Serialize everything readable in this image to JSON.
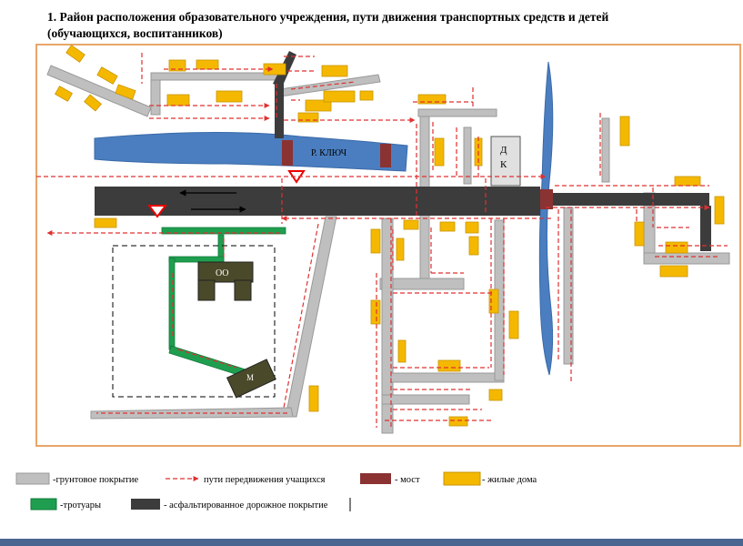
{
  "title": "1. Район расположения образовательного учреждения, пути движения транспортных средств и детей (обучающихся, воспитанников)",
  "labels": {
    "river": "Р. КЛЮЧ",
    "dk_line1": "Д",
    "dk_line2": "К",
    "school": "ОО",
    "shop": "М"
  },
  "legend": {
    "dirt": "-грунтовое покрытие",
    "paths": "пути передвижения учащихся",
    "bridge": "- мост",
    "houses": "- жилые дома",
    "sidewalks": "-тротуары",
    "asphalt": "- асфальтированное дорожное покрытие"
  },
  "colors": {
    "frame": "#e8a66a",
    "asphalt": "#3c3c3c",
    "dirt": "#bfbfbf",
    "river": "#4a7ec0",
    "house": "#f5b800",
    "bridge": "#8b3232",
    "sidewalk": "#1f9e4f",
    "building": "#4a4a2a",
    "path": "#e03030"
  }
}
